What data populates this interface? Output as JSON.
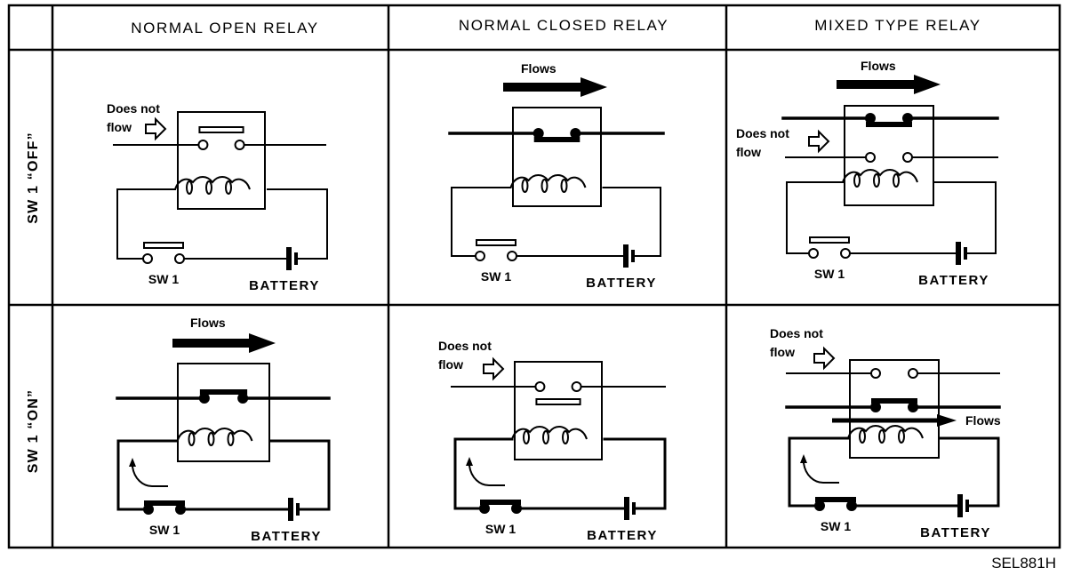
{
  "figure": {
    "reference_code": "SEL881H",
    "columns": [
      {
        "id": "normal-open",
        "label": "NORMAL OPEN RELAY"
      },
      {
        "id": "normal-closed",
        "label": "NORMAL CLOSED RELAY"
      },
      {
        "id": "mixed-type",
        "label": "MIXED TYPE RELAY"
      }
    ],
    "rows": [
      {
        "id": "sw-off",
        "label": "SW 1 “OFF”"
      },
      {
        "id": "sw-on",
        "label": "SW 1 “ON”"
      }
    ],
    "labels": {
      "switch": "SW 1",
      "battery": "BATTERY",
      "flows": "Flows",
      "does_not_flow_line1": "Does not",
      "does_not_flow_line2": "flow"
    },
    "cells": [
      {
        "row": "sw-off",
        "column": "normal-open",
        "switch_state": "open",
        "contacts": [
          {
            "position": "upper",
            "state": "open",
            "current": "does-not-flow"
          }
        ]
      },
      {
        "row": "sw-off",
        "column": "normal-closed",
        "switch_state": "open",
        "contacts": [
          {
            "position": "upper",
            "state": "closed",
            "current": "flows"
          }
        ]
      },
      {
        "row": "sw-off",
        "column": "mixed-type",
        "switch_state": "open",
        "contacts": [
          {
            "position": "upper",
            "state": "closed",
            "current": "flows"
          },
          {
            "position": "lower",
            "state": "open",
            "current": "does-not-flow"
          }
        ]
      },
      {
        "row": "sw-on",
        "column": "normal-open",
        "switch_state": "closed",
        "contacts": [
          {
            "position": "upper",
            "state": "closed",
            "current": "flows"
          }
        ]
      },
      {
        "row": "sw-on",
        "column": "normal-closed",
        "switch_state": "closed",
        "contacts": [
          {
            "position": "upper",
            "state": "open",
            "current": "does-not-flow"
          }
        ]
      },
      {
        "row": "sw-on",
        "column": "mixed-type",
        "switch_state": "closed",
        "contacts": [
          {
            "position": "upper",
            "state": "open",
            "current": "does-not-flow"
          },
          {
            "position": "lower",
            "state": "closed",
            "current": "flows"
          }
        ]
      }
    ]
  }
}
